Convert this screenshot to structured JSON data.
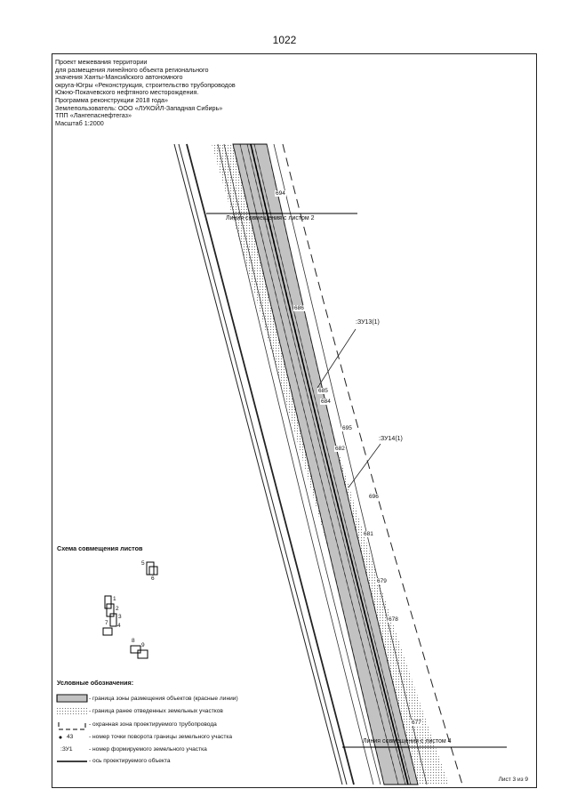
{
  "page_number": "1022",
  "header_lines": [
    "Проект межевания территории",
    "для размещения линейного объекта регионального",
    "значения Ханты-Мансийского автономного",
    "округа-Югры «Реконструкция, строительство трубопроводов",
    "Южно-Покачевского нефтяного месторождения.",
    "Программа реконструкции 2018 года»",
    "Землепользователь: ООО «ЛУКОЙЛ-Западная Сибирь»",
    "ТПП «Лангепаснефтегаз»",
    "Масштаб 1:2000"
  ],
  "match_line_top": "Линия совмещения с листом 2",
  "match_line_bottom": "Линия совмещения с листом 4",
  "parcel_labels": [
    ":ЗУ13(1)",
    ":ЗУ14(1)"
  ],
  "point_numbers": [
    "694",
    "686",
    "685",
    "684",
    "695",
    "682",
    "696",
    "681",
    "679",
    "678",
    "677"
  ],
  "schema": {
    "title": "Схема совмещения листов",
    "sheet_numbers": [
      "1",
      "2",
      "3",
      "4",
      "5",
      "6",
      "7",
      "8",
      "9"
    ]
  },
  "legend": {
    "title": "Условные обозначения:",
    "items": [
      {
        "marker": "",
        "text": "- граница зоны размещения объектов (красные линии)"
      },
      {
        "marker": "",
        "text": "- граница ранее отведенных земельных участков"
      },
      {
        "marker": "",
        "text": "- охранная зона проектируемого трубопровода"
      },
      {
        "marker": "43",
        "text": "- номер точки поворота границы земельного участка"
      },
      {
        "marker": ":ЗУ1",
        "text": "- номер формируемого земельного участка"
      },
      {
        "marker": "",
        "text": "- ось проектируемого объекта"
      }
    ]
  },
  "sheet_label": "Лист 3 из 9"
}
